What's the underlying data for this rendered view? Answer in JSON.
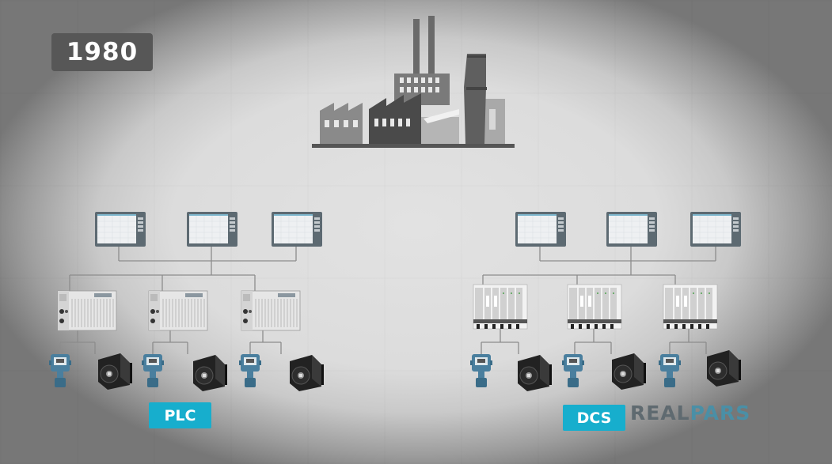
{
  "year_label": "1980",
  "left_system": {
    "label": "PLC"
  },
  "right_system": {
    "label": "DCS"
  },
  "brand": {
    "text_left": "REAL",
    "text_right": "PARS"
  },
  "colors": {
    "accent": "#17aecd",
    "badge": "#575757",
    "line": "#8c8c8c"
  },
  "icons": [
    "factory-icon",
    "hmi-monitor-icon",
    "plc-controller-icon",
    "dcs-rack-icon",
    "transmitter-icon",
    "servo-motor-icon"
  ]
}
